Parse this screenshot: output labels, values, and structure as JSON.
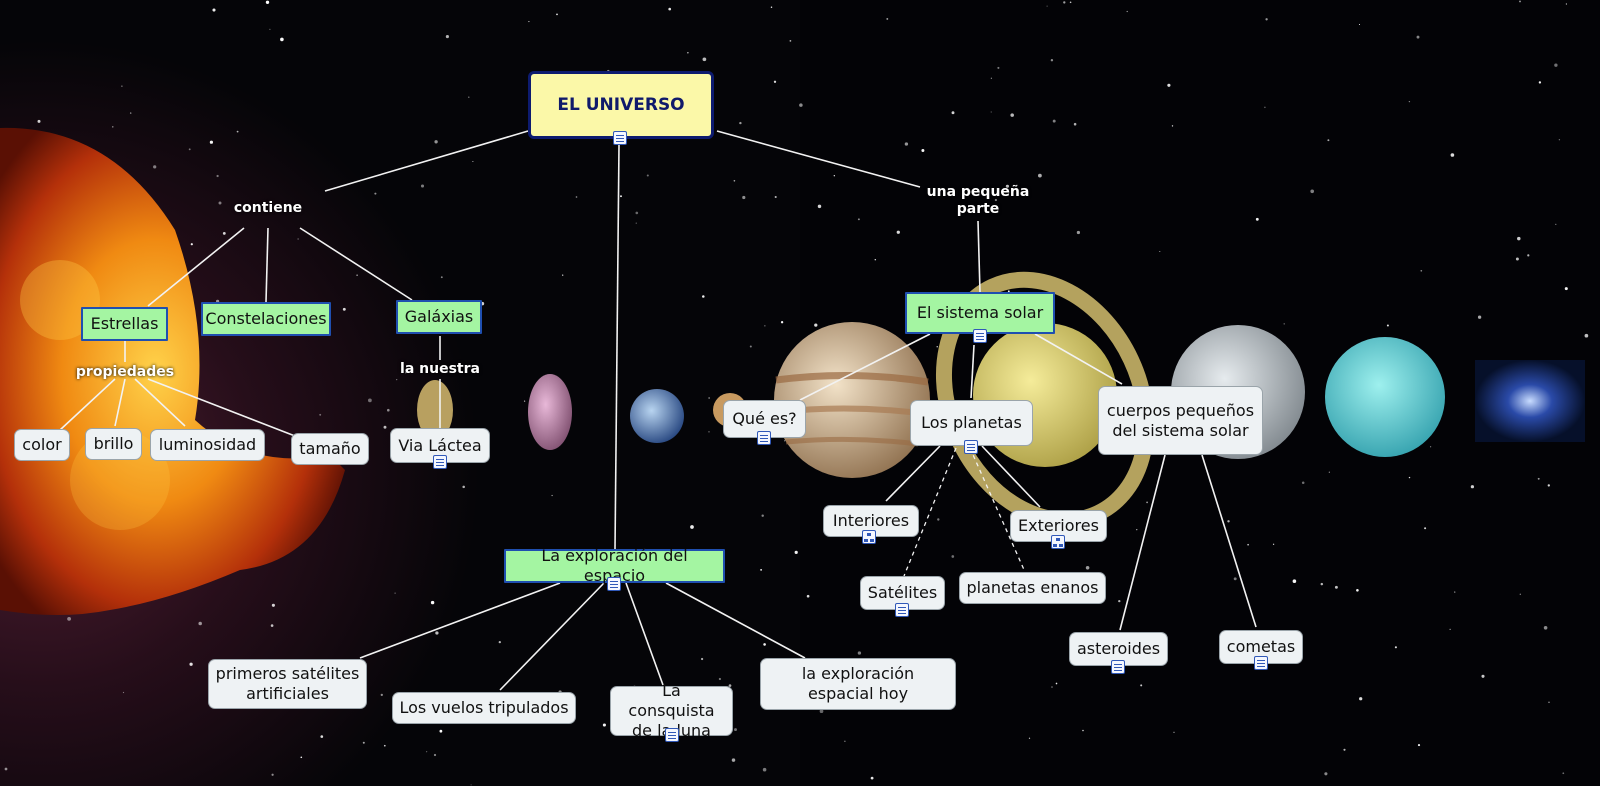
{
  "concept_map": {
    "root": {
      "label": "EL UNIVERSO"
    },
    "linking": {
      "contiene": "contiene",
      "una_pequena_parte": "una pequeña parte",
      "propiedades": "propiedades",
      "la_nuestra": "la nuestra"
    },
    "concepts": {
      "estrellas": "Estrellas",
      "constelaciones": "Constelaciones",
      "galaxias": "Galáxias",
      "color": "color",
      "brillo": "brillo",
      "luminosidad": "luminosidad",
      "tamano": "tamaño",
      "via_lactea": "Via Láctea",
      "exploracion": "La exploración del espacio",
      "primeros_satelites": "primeros satélites artificiales",
      "vuelos_tripulados": "Los vuelos tripulados",
      "conquista_luna": "La consquista de la luna",
      "exploracion_hoy": "la exploración espacial hoy",
      "sistema_solar": "El sistema solar",
      "que_es": "Qué es?",
      "los_planetas": "Los planetas",
      "cuerpos_pequenos": "cuerpos pequeños del sistema solar",
      "interiores": "Interiores",
      "exteriores": "Exteriores",
      "satelites": "Satélites",
      "planetas_enanos": "planetas enanos",
      "asteroides": "asteroides",
      "cometas": "cometas"
    },
    "icons": {
      "resource": "document-icon",
      "submap": "concept-map-icon"
    }
  }
}
